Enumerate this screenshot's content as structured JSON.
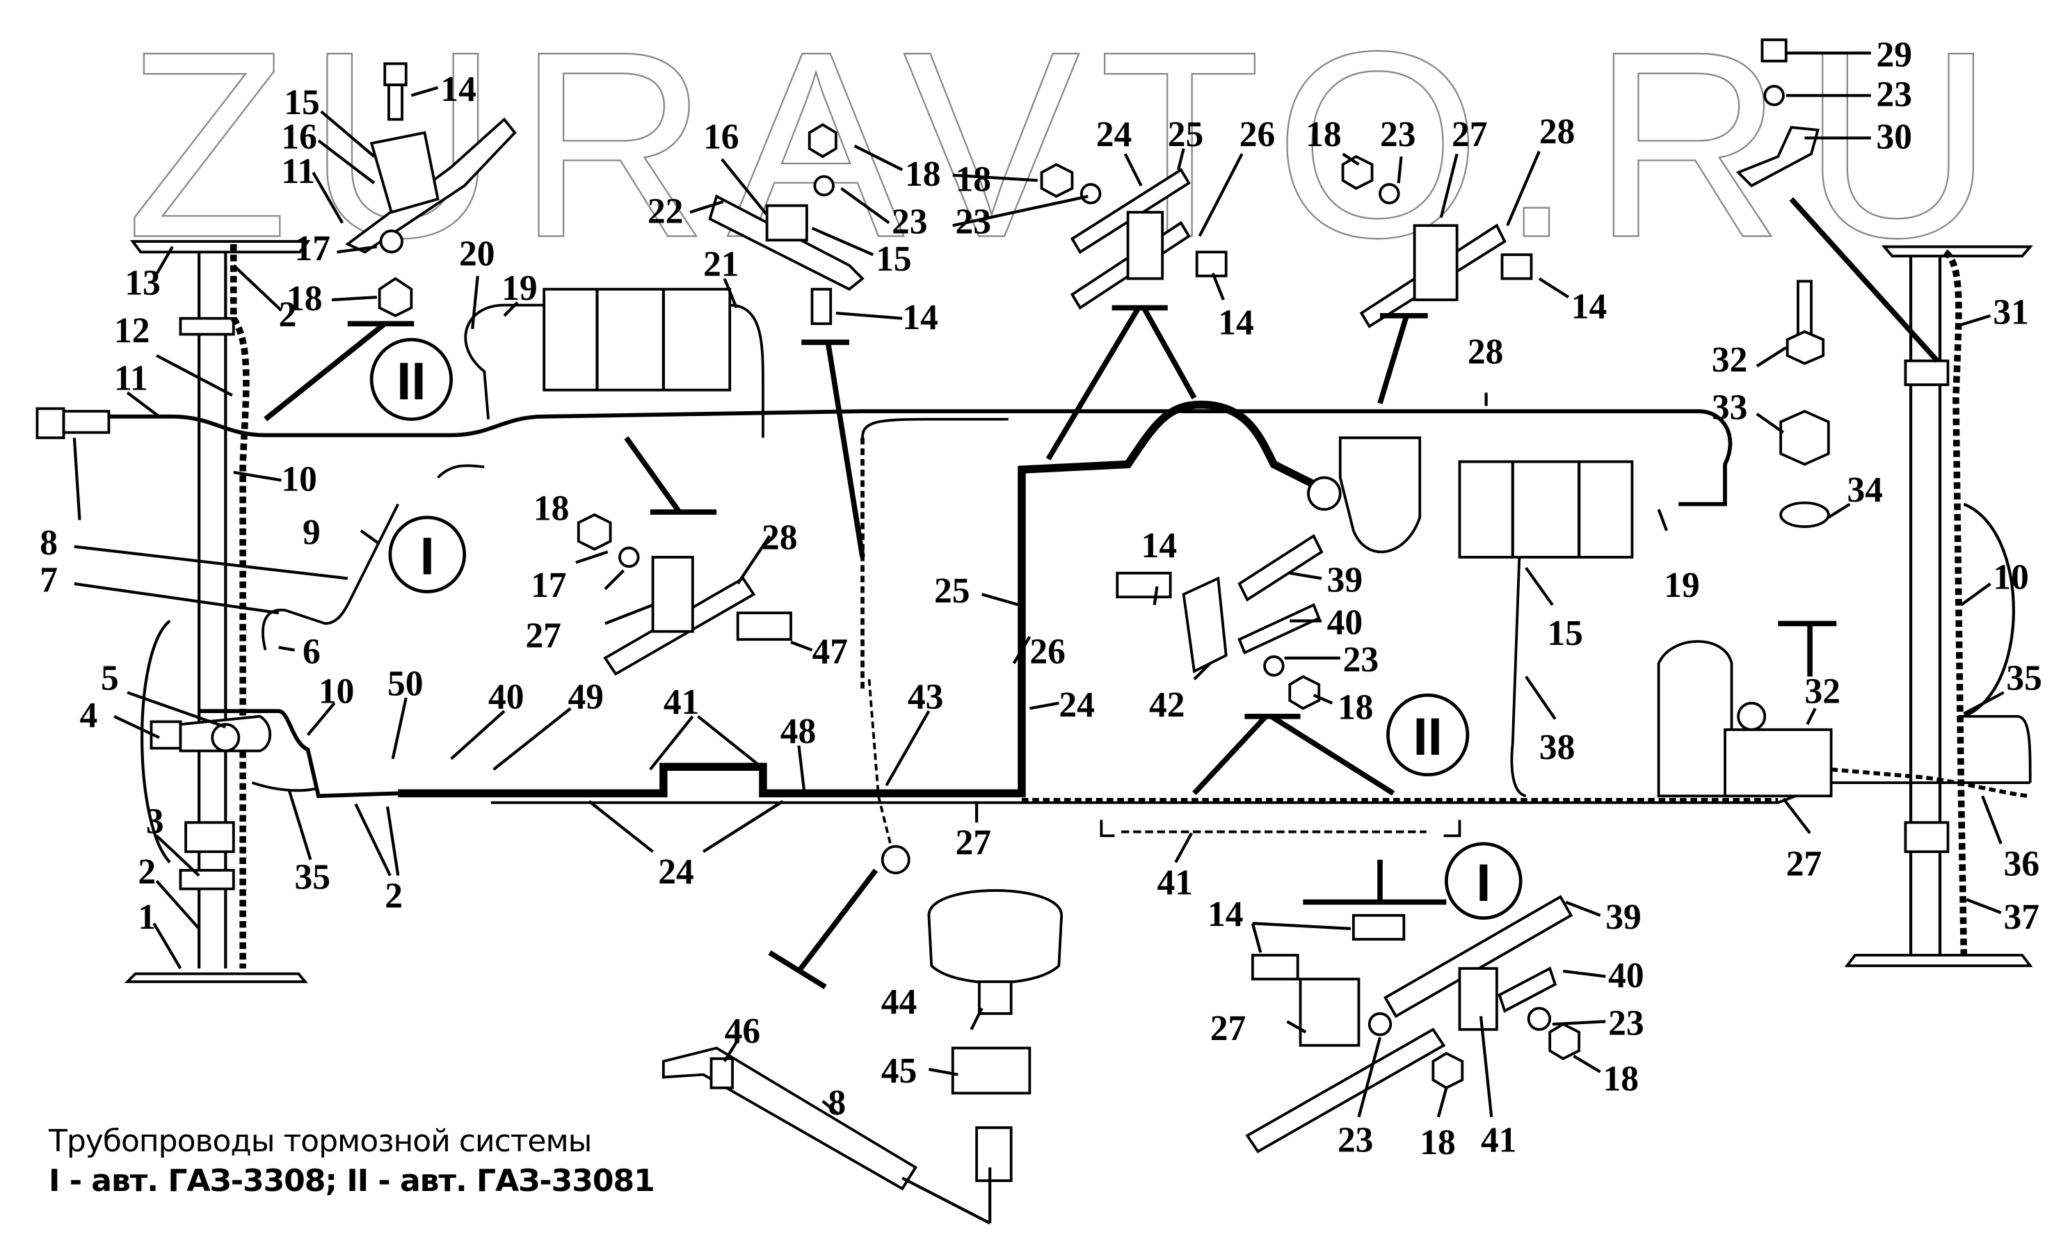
{
  "watermark": "ZURAVTO.RU",
  "caption": {
    "title": "Трубопроводы тормозной системы",
    "subtitle": "I - авт. ГАЗ-3308;  II - авт. ГАЗ-33081"
  },
  "variant_markers": [
    {
      "id": "v1",
      "text": "II"
    },
    {
      "id": "v2",
      "text": "I"
    },
    {
      "id": "v3",
      "text": "II"
    },
    {
      "id": "v4",
      "text": "I"
    }
  ],
  "callouts": [
    {
      "id": "c14a",
      "text": "14"
    },
    {
      "id": "c15a",
      "text": "15"
    },
    {
      "id": "c16a",
      "text": "16"
    },
    {
      "id": "c11a",
      "text": "11"
    },
    {
      "id": "c17a",
      "text": "17"
    },
    {
      "id": "c18a",
      "text": "18"
    },
    {
      "id": "c13",
      "text": "13"
    },
    {
      "id": "c2a",
      "text": "2"
    },
    {
      "id": "c12",
      "text": "12"
    },
    {
      "id": "c11b",
      "text": "11"
    },
    {
      "id": "c20",
      "text": "20"
    },
    {
      "id": "c19a",
      "text": "19"
    },
    {
      "id": "c21",
      "text": "21"
    },
    {
      "id": "c16b",
      "text": "16"
    },
    {
      "id": "c22",
      "text": "22"
    },
    {
      "id": "c18b",
      "text": "18"
    },
    {
      "id": "c23a",
      "text": "23"
    },
    {
      "id": "c15b",
      "text": "15"
    },
    {
      "id": "c18c",
      "text": "18"
    },
    {
      "id": "c23b",
      "text": "23"
    },
    {
      "id": "c14b",
      "text": "14"
    },
    {
      "id": "c24a",
      "text": "24"
    },
    {
      "id": "c25a",
      "text": "25"
    },
    {
      "id": "c26a",
      "text": "26"
    },
    {
      "id": "c14c",
      "text": "14"
    },
    {
      "id": "c18d",
      "text": "18"
    },
    {
      "id": "c23c",
      "text": "23"
    },
    {
      "id": "c27a",
      "text": "27"
    },
    {
      "id": "c28a",
      "text": "28"
    },
    {
      "id": "c14d",
      "text": "14"
    },
    {
      "id": "c29",
      "text": "29"
    },
    {
      "id": "c23d",
      "text": "23"
    },
    {
      "id": "c30",
      "text": "30"
    },
    {
      "id": "c31",
      "text": "31"
    },
    {
      "id": "c32a",
      "text": "32"
    },
    {
      "id": "c33",
      "text": "33"
    },
    {
      "id": "c34",
      "text": "34"
    },
    {
      "id": "c28b",
      "text": "28"
    },
    {
      "id": "c10a",
      "text": "10"
    },
    {
      "id": "c8a",
      "text": "8"
    },
    {
      "id": "c9",
      "text": "9"
    },
    {
      "id": "c7",
      "text": "7"
    },
    {
      "id": "c6",
      "text": "6"
    },
    {
      "id": "c18e",
      "text": "18"
    },
    {
      "id": "c17b",
      "text": "17"
    },
    {
      "id": "c27b",
      "text": "27"
    },
    {
      "id": "c28c",
      "text": "28"
    },
    {
      "id": "c47",
      "text": "47"
    },
    {
      "id": "c25b",
      "text": "25"
    },
    {
      "id": "c26b",
      "text": "26"
    },
    {
      "id": "c24b",
      "text": "24"
    },
    {
      "id": "c14e",
      "text": "14"
    },
    {
      "id": "c39a",
      "text": "39"
    },
    {
      "id": "c40a",
      "text": "40"
    },
    {
      "id": "c23e",
      "text": "23"
    },
    {
      "id": "c42",
      "text": "42"
    },
    {
      "id": "c18f",
      "text": "18"
    },
    {
      "id": "c15c",
      "text": "15"
    },
    {
      "id": "c19b",
      "text": "19"
    },
    {
      "id": "c38",
      "text": "38"
    },
    {
      "id": "c10b",
      "text": "10"
    },
    {
      "id": "c5",
      "text": "5"
    },
    {
      "id": "c4",
      "text": "4"
    },
    {
      "id": "c10c",
      "text": "10"
    },
    {
      "id": "c50",
      "text": "50"
    },
    {
      "id": "c40b",
      "text": "40"
    },
    {
      "id": "c49",
      "text": "49"
    },
    {
      "id": "c41a",
      "text": "41"
    },
    {
      "id": "c48",
      "text": "48"
    },
    {
      "id": "c43",
      "text": "43"
    },
    {
      "id": "c3",
      "text": "3"
    },
    {
      "id": "c2b",
      "text": "2"
    },
    {
      "id": "c1",
      "text": "1"
    },
    {
      "id": "c35a",
      "text": "35"
    },
    {
      "id": "c2c",
      "text": "2"
    },
    {
      "id": "c24c",
      "text": "24"
    },
    {
      "id": "c27c",
      "text": "27"
    },
    {
      "id": "c41b",
      "text": "41"
    },
    {
      "id": "c32b",
      "text": "32"
    },
    {
      "id": "c35b",
      "text": "35"
    },
    {
      "id": "c27d",
      "text": "27"
    },
    {
      "id": "c36",
      "text": "36"
    },
    {
      "id": "c37",
      "text": "37"
    },
    {
      "id": "c14f",
      "text": "14"
    },
    {
      "id": "c39b",
      "text": "39"
    },
    {
      "id": "c40c",
      "text": "40"
    },
    {
      "id": "c27e",
      "text": "27"
    },
    {
      "id": "c23f",
      "text": "23"
    },
    {
      "id": "c18g",
      "text": "18"
    },
    {
      "id": "c23g",
      "text": "23"
    },
    {
      "id": "c18h",
      "text": "18"
    },
    {
      "id": "c41c",
      "text": "41"
    },
    {
      "id": "c44",
      "text": "44"
    },
    {
      "id": "c45",
      "text": "45"
    },
    {
      "id": "c46",
      "text": "46"
    },
    {
      "id": "c8b",
      "text": "8"
    }
  ]
}
